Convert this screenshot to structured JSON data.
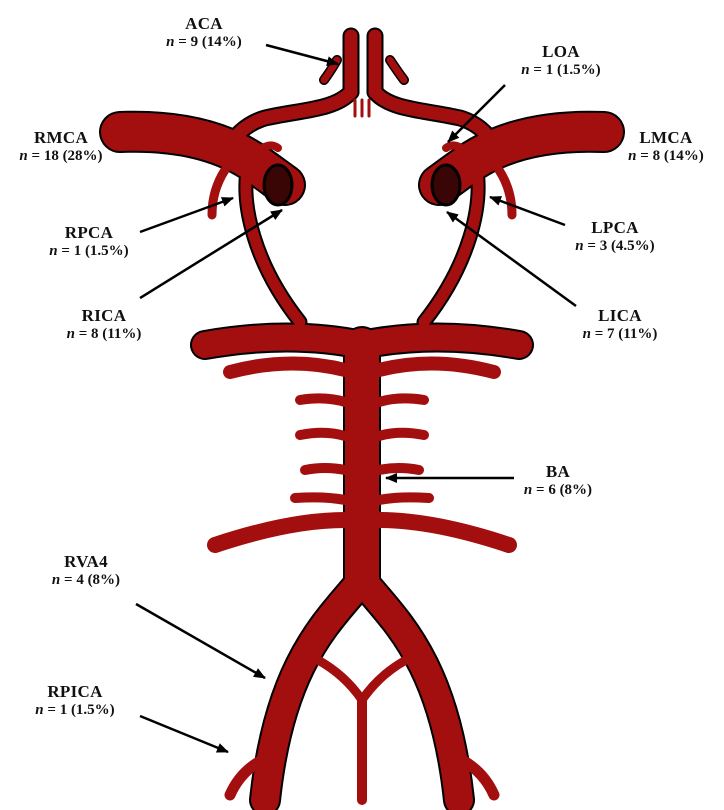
{
  "colors": {
    "vessel": "#a30e0e",
    "outline": "#000000",
    "lumen": "#3a0505",
    "arrow": "#000000"
  },
  "labels": {
    "aca": {
      "name": "ACA",
      "n": "n",
      "count": " = 9 (14%)"
    },
    "loa": {
      "name": "LOA",
      "n": "n",
      "count": " = 1 (1.5%)"
    },
    "rmca": {
      "name": "RMCA",
      "n": "n",
      "count": " = 18 (28%)"
    },
    "lmca": {
      "name": "LMCA",
      "n": "n",
      "count": " = 8 (14%)"
    },
    "rpca": {
      "name": "RPCA",
      "n": "n",
      "count": " = 1 (1.5%)"
    },
    "lpca": {
      "name": "LPCA",
      "n": "n",
      "count": " = 3 (4.5%)"
    },
    "rica": {
      "name": "RICA",
      "n": "n",
      "count": " = 8 (11%)"
    },
    "lica": {
      "name": "LICA",
      "n": "n",
      "count": " = 7 (11%)"
    },
    "ba": {
      "name": "BA",
      "n": "n",
      "count": " = 6 (8%)"
    },
    "rva4": {
      "name": "RVA4",
      "n": "n",
      "count": " = 4 (8%)"
    },
    "rpica": {
      "name": "RPICA",
      "n": "n",
      "count": " = 1 (1.5%)"
    }
  }
}
